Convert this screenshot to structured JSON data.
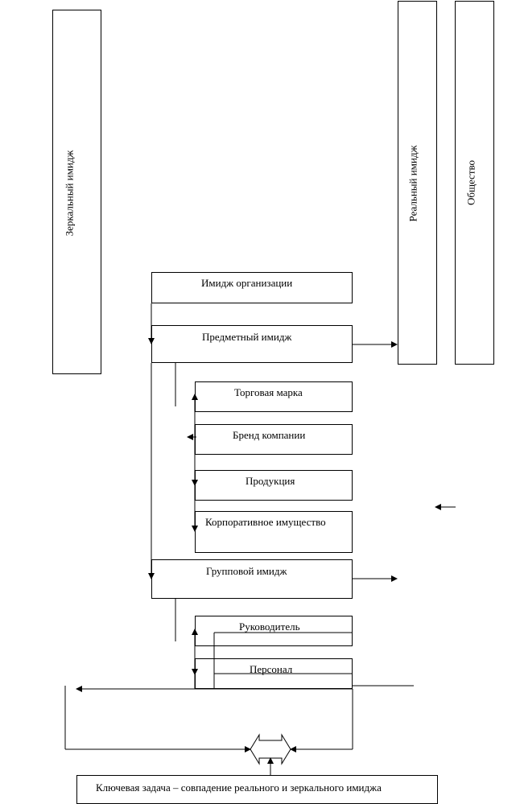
{
  "labels": {
    "mirror_image": "Зеркальный имидж",
    "real_image": "Реальный имидж",
    "society": "Общество",
    "org_image": "Имидж организации",
    "subject_image": "Предметный имидж",
    "trademark": "Торговая марка",
    "company_brand": "Бренд компании",
    "products": "Продукция",
    "corporate_property": "Корпоративное имущество",
    "group_image": "Групповой имидж",
    "leader": "Руководитель",
    "staff": "Персонал",
    "key_task": "Ключевая задача – совпадение реального и зеркального имиджа"
  }
}
